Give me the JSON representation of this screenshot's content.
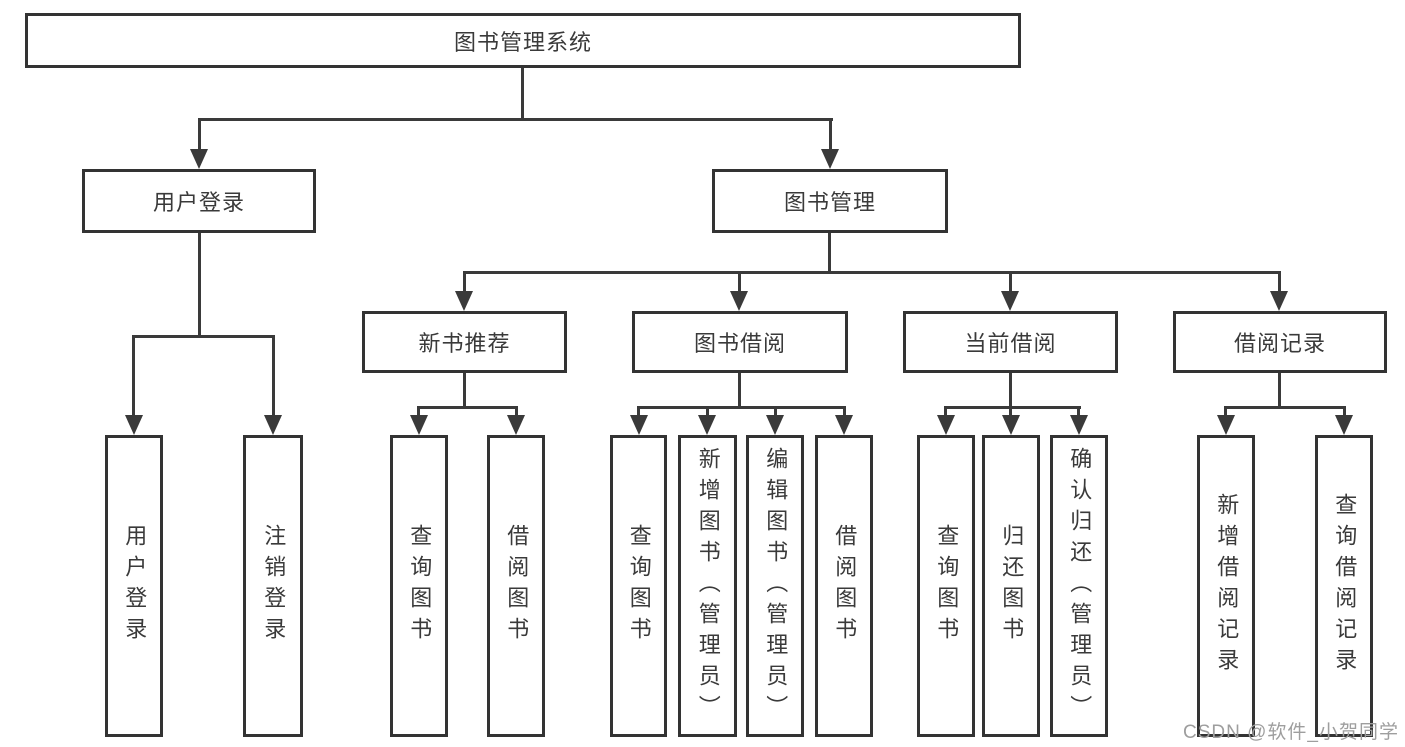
{
  "tree": {
    "label": "图书管理系统",
    "children": [
      {
        "label": "用户登录",
        "children": [
          {
            "label": "用户登录"
          },
          {
            "label": "注销登录"
          }
        ]
      },
      {
        "label": "图书管理",
        "children": [
          {
            "label": "新书推荐",
            "children": [
              {
                "label": "查询图书"
              },
              {
                "label": "借阅图书"
              }
            ]
          },
          {
            "label": "图书借阅",
            "children": [
              {
                "label": "查询图书"
              },
              {
                "label": "新增图书（管理员）"
              },
              {
                "label": "编辑图书（管理员）"
              },
              {
                "label": "借阅图书"
              }
            ]
          },
          {
            "label": "当前借阅",
            "children": [
              {
                "label": "查询图书"
              },
              {
                "label": "归还图书"
              },
              {
                "label": "确认归还（管理员）"
              }
            ]
          },
          {
            "label": "借阅记录",
            "children": [
              {
                "label": "新增借阅记录"
              },
              {
                "label": "查询借阅记录"
              }
            ]
          }
        ]
      }
    ]
  },
  "watermark": "CSDN @软件_小贺同学",
  "colors": {
    "line": "#3a3a3a",
    "border": "#333333",
    "text": "#3a3a3a",
    "background": "#ffffff",
    "watermark_text": "#9e9e9e"
  }
}
